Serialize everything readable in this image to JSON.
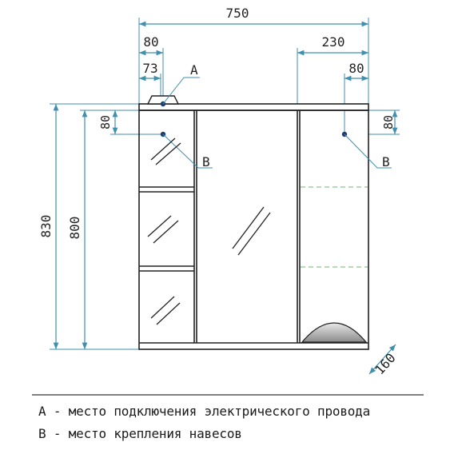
{
  "dimensions": {
    "width_total": "750",
    "left_offset_80": "80",
    "left_offset_73": "73",
    "right_width_230": "230",
    "right_offset_80": "80",
    "left_vertical_80": "80",
    "right_vertical_80": "80",
    "height_total": "830",
    "height_body": "800",
    "depth": "160"
  },
  "markers": {
    "a": "A",
    "b_left": "B",
    "b_right": "B"
  },
  "legend": {
    "line_a": "A - место подключения электрического провода",
    "line_b": "B - место крепления навесов"
  },
  "colors": {
    "dimension_line": "#3f8fb0",
    "outline": "#222222",
    "point": "#1f3b73",
    "shelf_dash": "#8fc48f"
  }
}
